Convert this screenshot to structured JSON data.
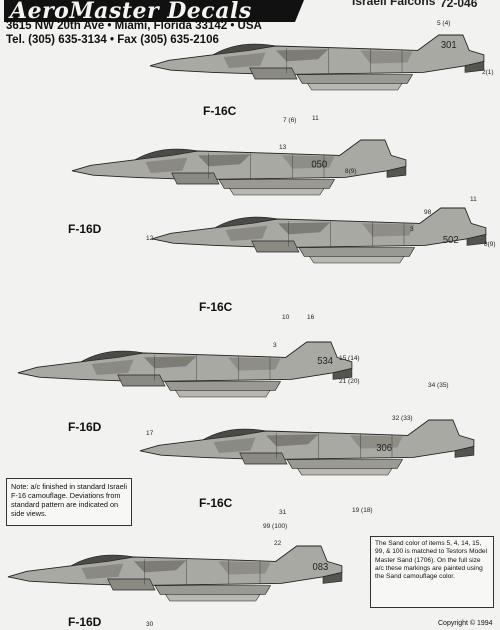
{
  "header": {
    "logo_text": "AeroMaster Decals",
    "series_title": "Israeli Falcons",
    "series_code": "72-046",
    "address": "3615 NW 20th Ave  •  Miami, Florida  33142  •  USA",
    "phone": "Tel. (305) 635-3134  •  Fax (305) 635-2106"
  },
  "aircraft": [
    {
      "label": "F-16C",
      "tail": "301",
      "callouts": [
        "5 (4)",
        "2(1)",
        "7 (6)"
      ]
    },
    {
      "label": "F-16D",
      "tail": "050",
      "callouts": [
        "11",
        "13",
        "8(9)",
        "12"
      ]
    },
    {
      "label": "F-16C",
      "tail": "502",
      "callouts": [
        "11",
        "98",
        "3",
        "8(9)"
      ]
    },
    {
      "label": "F-16D",
      "tail": "534",
      "callouts": [
        "10",
        "16",
        "3",
        "15 (14)",
        "21 (20)",
        "17"
      ]
    },
    {
      "label": "F-16C",
      "tail": "306",
      "callouts": [
        "34 (35)",
        "32 (33)",
        "31"
      ]
    },
    {
      "label": "F-16D",
      "tail": "083",
      "callouts": [
        "19 (18)",
        "99 (100)",
        "22",
        "30"
      ]
    }
  ],
  "note": "Note: a/c finished in standard Israeli F-16 camouflage.  Deviations from standard pattern are indicated on side views.",
  "sand_note": "The Sand color of items 5, 4, 14, 15, 99, & 100 is matched to Testors Model Master Sand (1706). On the full size a/c these markings are painted using the Sand camouflage color.",
  "copyright": "Copyright © 1994"
}
